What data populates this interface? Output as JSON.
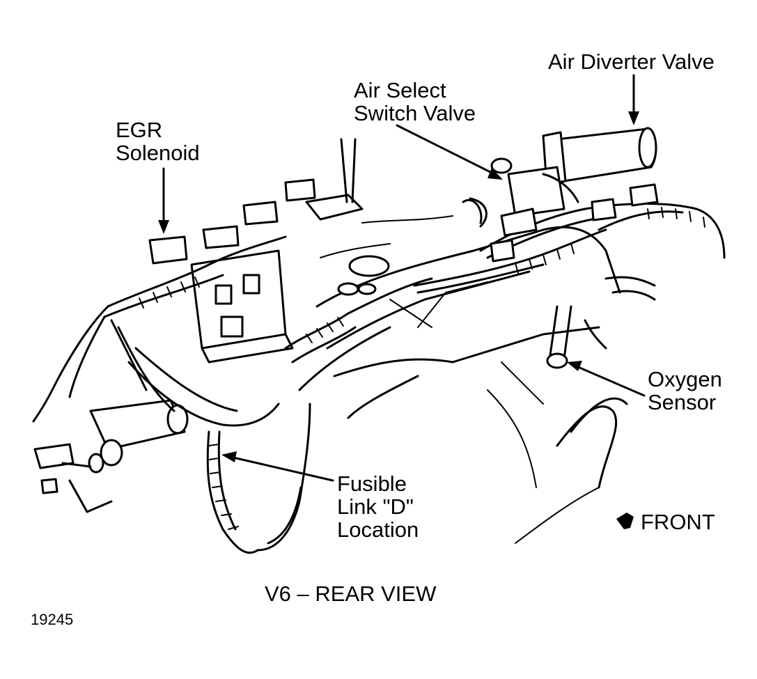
{
  "labels": {
    "air_diverter_valve": "Air Diverter Valve",
    "air_select_line1": "Air Select",
    "air_select_line2": "Switch Valve",
    "egr_line1": "EGR",
    "egr_line2": "Solenoid",
    "oxygen_line1": "Oxygen",
    "oxygen_line2": "Sensor",
    "fusible_line1": "Fusible",
    "fusible_line2": "Link \"D\"",
    "fusible_line3": "Location",
    "front": "FRONT"
  },
  "caption": "V6  – REAR VIEW",
  "figure_number": "19245"
}
